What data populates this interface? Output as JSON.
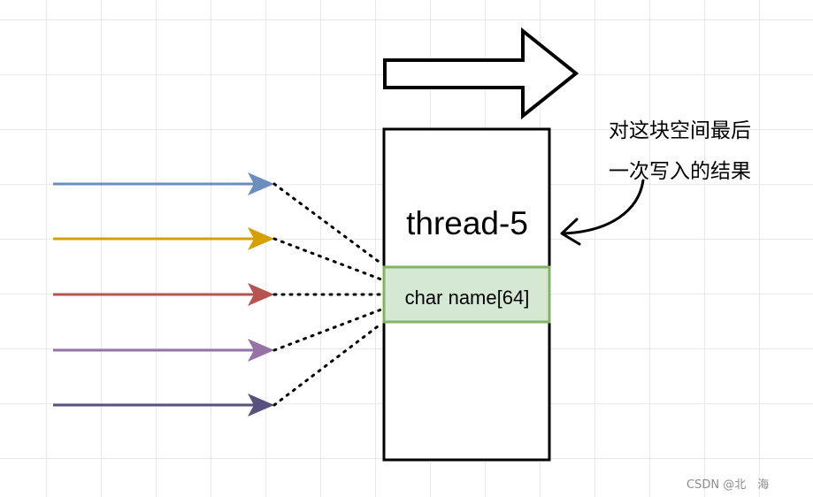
{
  "memory_block": {
    "title": "thread-5",
    "field_label": "char name[64]"
  },
  "annotation": {
    "line1": "对这块空间最后",
    "line2": "一次写入的结果"
  },
  "watermark": "CSDN @北　海",
  "writer_arrows": [
    {
      "color": "#6c8ebf"
    },
    {
      "color": "#d6a100"
    },
    {
      "color": "#b85450"
    },
    {
      "color": "#9673a6"
    },
    {
      "color": "#56517e"
    }
  ],
  "colors": {
    "field_fill": "#d5e8d4",
    "field_stroke": "#82b366",
    "outline": "#000000"
  }
}
